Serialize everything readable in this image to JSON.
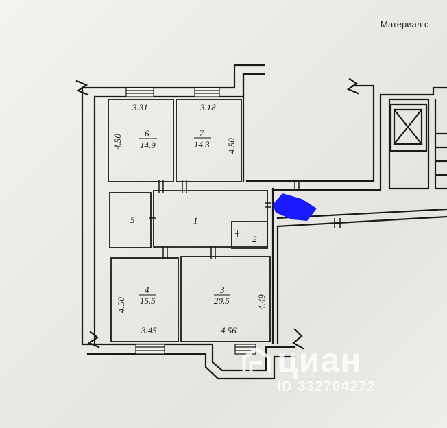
{
  "header": {
    "material_text": "Материал с"
  },
  "rooms": [
    {
      "number": "6",
      "area": "14.9",
      "dims": [
        "3.31",
        "4.50"
      ]
    },
    {
      "number": "7",
      "area": "14.3",
      "dims": [
        "3.18",
        "4.50"
      ]
    },
    {
      "number": "5"
    },
    {
      "number": "1"
    },
    {
      "number": "2"
    },
    {
      "number": "4",
      "area": "15.5",
      "dims": [
        "4.50",
        "3.45"
      ]
    },
    {
      "number": "3",
      "area": "20.5",
      "dims": [
        "4.49",
        "4.56"
      ]
    }
  ],
  "watermark": {
    "brand": "циан",
    "listing_id": "ID 332704272"
  },
  "redaction_color": "#1a1aff"
}
